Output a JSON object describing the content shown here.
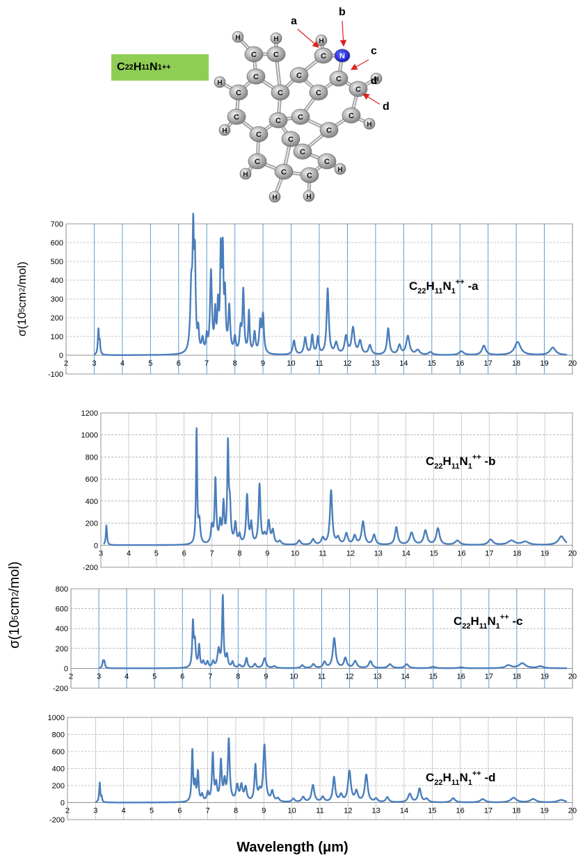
{
  "formula": {
    "main": "C",
    "sub1": "22",
    "h": "H",
    "sub2": "11",
    "n": "N",
    "sub3": "1",
    "sup": "++"
  },
  "molecule": {
    "atom_labels": {
      "carbon": "C",
      "hydrogen": "H",
      "nitrogen": "N"
    },
    "site_labels": [
      "a",
      "b",
      "c",
      "d"
    ],
    "colors": {
      "carbon": "#8c8c8c",
      "nitrogen": "#1a22c8",
      "arrow": "#e02020"
    }
  },
  "y_axis_label": {
    "sigma": "σ(10",
    "exp": "5",
    "unit": "cm",
    "exp2": "2",
    "tail": "/mol)"
  },
  "x_axis_label": "Wavelength (μm)",
  "chart_data": [
    {
      "type": "line",
      "label": "C22H11N1++ -a",
      "label_parts": {
        "base": "C",
        "s1": "22",
        "h": "H",
        "s2": "11",
        "n": "N",
        "s3": "1",
        "sup": "++",
        "suffix": " -a"
      },
      "xlim": [
        2,
        20
      ],
      "ylim": [
        -100,
        700
      ],
      "xticks": [
        2,
        3,
        4,
        5,
        6,
        7,
        8,
        9,
        10,
        11,
        12,
        13,
        14,
        15,
        16,
        17,
        18,
        19,
        20
      ],
      "yticks": [
        -100,
        0,
        100,
        200,
        300,
        400,
        500,
        600,
        700
      ],
      "x_range": [
        3,
        19.8
      ],
      "peaks": [
        [
          3.15,
          135,
          0.025
        ],
        [
          3.2,
          60,
          0.02
        ],
        [
          6.45,
          330,
          0.045
        ],
        [
          6.52,
          560,
          0.03
        ],
        [
          6.58,
          450,
          0.03
        ],
        [
          6.7,
          110,
          0.03
        ],
        [
          6.85,
          70,
          0.04
        ],
        [
          7.0,
          80,
          0.03
        ],
        [
          7.15,
          430,
          0.04
        ],
        [
          7.3,
          200,
          0.03
        ],
        [
          7.4,
          230,
          0.03
        ],
        [
          7.5,
          500,
          0.03
        ],
        [
          7.57,
          490,
          0.03
        ],
        [
          7.65,
          280,
          0.03
        ],
        [
          7.8,
          240,
          0.04
        ],
        [
          8.0,
          80,
          0.04
        ],
        [
          8.2,
          120,
          0.04
        ],
        [
          8.3,
          330,
          0.035
        ],
        [
          8.5,
          220,
          0.03
        ],
        [
          8.7,
          110,
          0.04
        ],
        [
          8.9,
          160,
          0.04
        ],
        [
          9.0,
          200,
          0.04
        ],
        [
          10.1,
          75,
          0.05
        ],
        [
          10.5,
          90,
          0.05
        ],
        [
          10.75,
          100,
          0.04
        ],
        [
          10.95,
          90,
          0.04
        ],
        [
          11.3,
          350,
          0.045
        ],
        [
          11.6,
          60,
          0.06
        ],
        [
          11.95,
          95,
          0.06
        ],
        [
          12.2,
          140,
          0.06
        ],
        [
          12.45,
          70,
          0.06
        ],
        [
          12.8,
          50,
          0.06
        ],
        [
          13.45,
          140,
          0.05
        ],
        [
          13.85,
          50,
          0.06
        ],
        [
          14.15,
          100,
          0.07
        ],
        [
          14.5,
          25,
          0.08
        ],
        [
          14.95,
          15,
          0.08
        ],
        [
          16.05,
          20,
          0.1
        ],
        [
          16.85,
          50,
          0.08
        ],
        [
          18.05,
          70,
          0.13
        ],
        [
          19.3,
          40,
          0.12
        ]
      ]
    },
    {
      "type": "line",
      "label": "C22H11N1++ -b",
      "label_parts": {
        "base": "C",
        "s1": "22",
        "h": "H",
        "s2": "11",
        "n": "N",
        "s3": "1",
        "sup": "++",
        "suffix": " -b"
      },
      "xlim": [
        3,
        20
      ],
      "ylim": [
        -200,
        1200
      ],
      "xticks": [
        3,
        4,
        5,
        6,
        7,
        8,
        9,
        10,
        11,
        12,
        13,
        14,
        15,
        16,
        17,
        18,
        19,
        20
      ],
      "yticks": [
        -200,
        0,
        200,
        400,
        600,
        800,
        1000,
        1200
      ],
      "x_range": [
        3.1,
        19.8
      ],
      "peaks": [
        [
          3.2,
          180,
          0.025
        ],
        [
          6.45,
          1030,
          0.025
        ],
        [
          6.55,
          200,
          0.04
        ],
        [
          7.0,
          150,
          0.04
        ],
        [
          7.13,
          580,
          0.035
        ],
        [
          7.3,
          180,
          0.04
        ],
        [
          7.42,
          350,
          0.035
        ],
        [
          7.58,
          860,
          0.03
        ],
        [
          7.65,
          320,
          0.04
        ],
        [
          7.85,
          180,
          0.04
        ],
        [
          8.0,
          80,
          0.04
        ],
        [
          8.27,
          440,
          0.04
        ],
        [
          8.42,
          180,
          0.04
        ],
        [
          8.72,
          540,
          0.04
        ],
        [
          8.9,
          70,
          0.05
        ],
        [
          9.05,
          200,
          0.05
        ],
        [
          9.2,
          120,
          0.05
        ],
        [
          9.45,
          30,
          0.06
        ],
        [
          10.15,
          40,
          0.06
        ],
        [
          10.65,
          50,
          0.06
        ],
        [
          11.0,
          60,
          0.06
        ],
        [
          11.3,
          490,
          0.05
        ],
        [
          11.55,
          60,
          0.06
        ],
        [
          11.85,
          100,
          0.06
        ],
        [
          12.15,
          80,
          0.06
        ],
        [
          12.45,
          210,
          0.06
        ],
        [
          12.85,
          90,
          0.06
        ],
        [
          13.65,
          160,
          0.06
        ],
        [
          14.2,
          110,
          0.08
        ],
        [
          14.7,
          130,
          0.07
        ],
        [
          15.15,
          150,
          0.07
        ],
        [
          15.85,
          40,
          0.1
        ],
        [
          17.05,
          50,
          0.1
        ],
        [
          17.8,
          40,
          0.15
        ],
        [
          18.3,
          30,
          0.15
        ],
        [
          19.6,
          80,
          0.13
        ]
      ]
    },
    {
      "type": "line",
      "label": "C22H11N1++ -c",
      "label_parts": {
        "base": "C",
        "s1": "22",
        "h": "H",
        "s2": "11",
        "n": "N",
        "s3": "1",
        "sup": "++",
        "suffix": " -c"
      },
      "xlim": [
        2,
        20
      ],
      "ylim": [
        -200,
        800
      ],
      "xticks": [
        2,
        3,
        4,
        5,
        6,
        7,
        8,
        9,
        10,
        11,
        12,
        13,
        14,
        15,
        16,
        17,
        18,
        19,
        20
      ],
      "yticks": [
        -200,
        0,
        200,
        400,
        600,
        800
      ],
      "x_range": [
        3,
        19.8
      ],
      "peaks": [
        [
          3.15,
          70,
          0.03
        ],
        [
          3.2,
          60,
          0.025
        ],
        [
          6.38,
          440,
          0.03
        ],
        [
          6.45,
          240,
          0.035
        ],
        [
          6.6,
          220,
          0.03
        ],
        [
          6.75,
          60,
          0.04
        ],
        [
          6.9,
          60,
          0.04
        ],
        [
          7.1,
          60,
          0.04
        ],
        [
          7.3,
          180,
          0.05
        ],
        [
          7.45,
          710,
          0.03
        ],
        [
          7.6,
          120,
          0.04
        ],
        [
          7.8,
          60,
          0.04
        ],
        [
          8.05,
          30,
          0.05
        ],
        [
          8.3,
          100,
          0.04
        ],
        [
          8.6,
          40,
          0.05
        ],
        [
          8.95,
          100,
          0.06
        ],
        [
          9.3,
          20,
          0.06
        ],
        [
          10.3,
          30,
          0.06
        ],
        [
          10.7,
          40,
          0.06
        ],
        [
          11.1,
          60,
          0.06
        ],
        [
          11.45,
          300,
          0.06
        ],
        [
          11.85,
          100,
          0.06
        ],
        [
          12.2,
          70,
          0.07
        ],
        [
          12.75,
          70,
          0.07
        ],
        [
          13.45,
          40,
          0.08
        ],
        [
          14.05,
          40,
          0.08
        ],
        [
          15.0,
          15,
          0.1
        ],
        [
          16.0,
          10,
          0.1
        ],
        [
          17.7,
          30,
          0.12
        ],
        [
          18.2,
          50,
          0.14
        ],
        [
          18.85,
          20,
          0.12
        ]
      ]
    },
    {
      "type": "line",
      "label": "C22H11N1++ -d",
      "label_parts": {
        "base": "C",
        "s1": "22",
        "h": "H",
        "s2": "11",
        "n": "N",
        "s3": "1",
        "sup": "++",
        "suffix": " -d"
      },
      "xlim": [
        2,
        20
      ],
      "ylim": [
        -200,
        1000
      ],
      "xticks": [
        2,
        3,
        4,
        5,
        6,
        7,
        8,
        9,
        10,
        11,
        12,
        13,
        14,
        15,
        16,
        17,
        18,
        19,
        20
      ],
      "yticks": [
        -200,
        0,
        200,
        400,
        600,
        800,
        1000
      ],
      "x_range": [
        3,
        19.8
      ],
      "peaks": [
        [
          3.15,
          230,
          0.025
        ],
        [
          3.22,
          60,
          0.02
        ],
        [
          6.45,
          600,
          0.03
        ],
        [
          6.55,
          200,
          0.03
        ],
        [
          6.65,
          340,
          0.03
        ],
        [
          6.8,
          80,
          0.04
        ],
        [
          7.0,
          100,
          0.04
        ],
        [
          7.18,
          550,
          0.035
        ],
        [
          7.3,
          190,
          0.04
        ],
        [
          7.47,
          460,
          0.035
        ],
        [
          7.6,
          220,
          0.04
        ],
        [
          7.75,
          720,
          0.04
        ],
        [
          8.05,
          180,
          0.05
        ],
        [
          8.2,
          180,
          0.05
        ],
        [
          8.35,
          160,
          0.05
        ],
        [
          8.7,
          420,
          0.04
        ],
        [
          8.85,
          100,
          0.05
        ],
        [
          9.02,
          660,
          0.05
        ],
        [
          9.3,
          120,
          0.05
        ],
        [
          9.5,
          40,
          0.06
        ],
        [
          10.05,
          40,
          0.06
        ],
        [
          10.4,
          60,
          0.06
        ],
        [
          10.75,
          200,
          0.06
        ],
        [
          11.1,
          60,
          0.06
        ],
        [
          11.5,
          290,
          0.05
        ],
        [
          11.75,
          80,
          0.06
        ],
        [
          12.05,
          360,
          0.06
        ],
        [
          12.3,
          120,
          0.06
        ],
        [
          12.65,
          320,
          0.06
        ],
        [
          13.0,
          40,
          0.06
        ],
        [
          13.4,
          60,
          0.06
        ],
        [
          14.2,
          100,
          0.07
        ],
        [
          14.55,
          160,
          0.06
        ],
        [
          14.8,
          40,
          0.07
        ],
        [
          15.75,
          50,
          0.08
        ],
        [
          16.8,
          40,
          0.1
        ],
        [
          17.9,
          55,
          0.12
        ],
        [
          18.6,
          40,
          0.12
        ],
        [
          19.6,
          30,
          0.15
        ]
      ]
    }
  ]
}
